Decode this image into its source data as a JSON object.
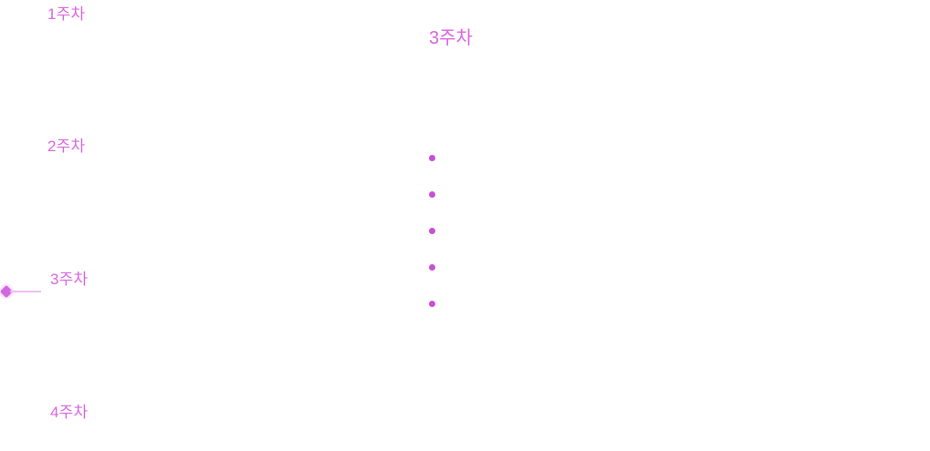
{
  "colors": {
    "accent_text": "#d966e0",
    "bullet": "#c94fd4",
    "marker": "#d066e0",
    "marker_line": "#edbdf2"
  },
  "timeline": {
    "items": [
      {
        "label": "1주차"
      },
      {
        "label": "2주차"
      },
      {
        "label": "3주차"
      },
      {
        "label": "4주차"
      }
    ],
    "active_index": 2
  },
  "detail": {
    "title": "3주차",
    "bullet_count": 5
  }
}
